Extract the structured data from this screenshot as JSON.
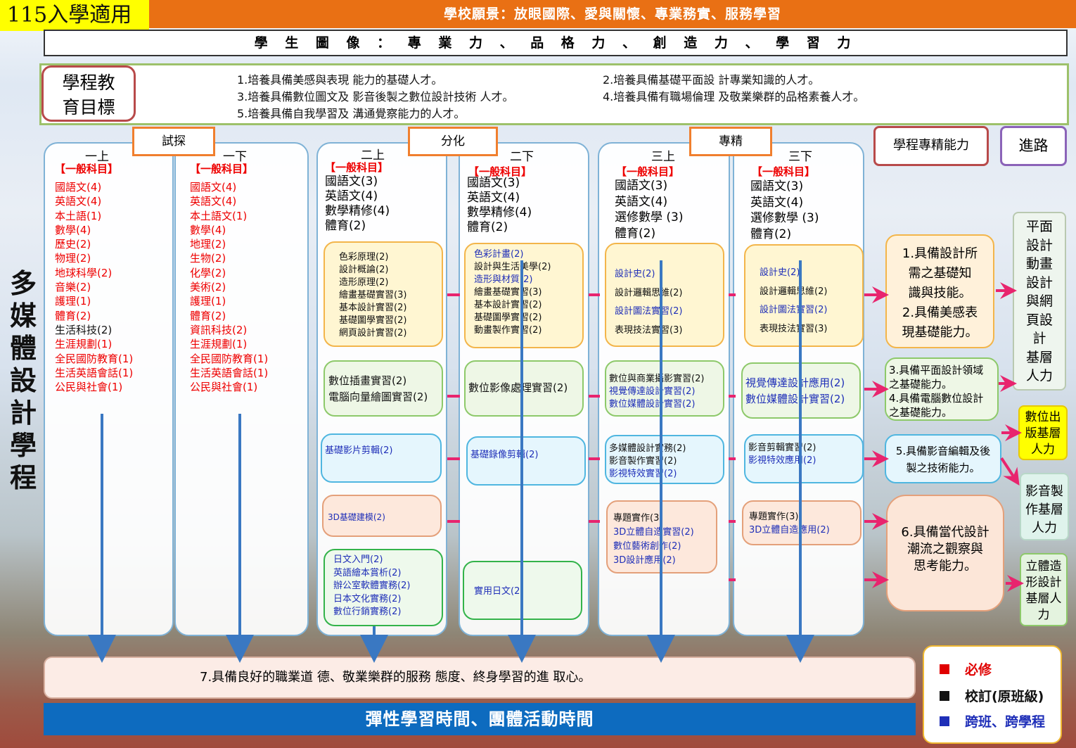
{
  "header": {
    "badge": "115入學適用",
    "vision": "學校願景：放眼國際、愛與關懷、專業務實、服務學習",
    "portrait": "學 生 圖 像 ： 專 業 力 、 品 格 力 、 創 造 力 、 學 習 力"
  },
  "goals": {
    "title_line1": "學程教",
    "title_line2": "育目標",
    "items": [
      "1.培養具備美感與表現 能力的基礎人才。",
      "2.培養具備基礎平面設 計專業知識的人才。",
      "3.培養具備數位圖文及 影音後製之數位設計技術 人才。",
      "4.培養具備有職場倫理 及敬業樂群的品格素養人才。",
      "5.培養具備自我學習及 溝通覺察能力的人才。"
    ]
  },
  "stages": [
    "試探",
    "分化",
    "專精"
  ],
  "program_title": "多媒體設計學程",
  "semesters": [
    {
      "label": "一上",
      "general": "【一般科目】",
      "courses": [
        {
          "t": "國語文(4)",
          "c": "red"
        },
        {
          "t": "英語文(4)",
          "c": "red"
        },
        {
          "t": "本土語(1)",
          "c": "red"
        },
        {
          "t": "數學(4)",
          "c": "red"
        },
        {
          "t": "歷史(2)",
          "c": "red"
        },
        {
          "t": "物理(2)",
          "c": "red"
        },
        {
          "t": "地球科學(2)",
          "c": "red"
        },
        {
          "t": "音樂(2)",
          "c": "red"
        },
        {
          "t": "護理(1)",
          "c": "red"
        },
        {
          "t": "體育(2)",
          "c": "red"
        },
        {
          "t": "生活科技(2)",
          "c": "blk"
        },
        {
          "t": "生涯規劃(1)",
          "c": "red"
        },
        {
          "t": "全民國防教育(1)",
          "c": "red"
        },
        {
          "t": "生活英語會話(1)",
          "c": "red"
        },
        {
          "t": "公民與社會(1)",
          "c": "red"
        }
      ]
    },
    {
      "label": "一下",
      "general": "【一般科目】",
      "courses": [
        {
          "t": "國語文(4)",
          "c": "red"
        },
        {
          "t": "英語文(4)",
          "c": "red"
        },
        {
          "t": "本土語文(1)",
          "c": "red"
        },
        {
          "t": "數學(4)",
          "c": "red"
        },
        {
          "t": "地理(2)",
          "c": "red"
        },
        {
          "t": "生物(2)",
          "c": "red"
        },
        {
          "t": "化學(2)",
          "c": "red"
        },
        {
          "t": "美術(2)",
          "c": "red"
        },
        {
          "t": "護理(1)",
          "c": "red"
        },
        {
          "t": "體育(2)",
          "c": "red"
        },
        {
          "t": "資訊科技(2)",
          "c": "red"
        },
        {
          "t": "生涯規劃(1)",
          "c": "red"
        },
        {
          "t": "全民國防教育(1)",
          "c": "red"
        },
        {
          "t": "生活英語會話(1)",
          "c": "red"
        },
        {
          "t": "公民與社會(1)",
          "c": "red"
        }
      ]
    },
    {
      "label": "二上",
      "general": "【一般科目】",
      "courses": [
        "國語文(3)",
        "英語文(4)",
        "數學精修(4)",
        "體育(2)"
      ]
    },
    {
      "label": "二下",
      "general": "【一般科目】",
      "courses": [
        "國語文(3)",
        "英語文(4)",
        "數學精修(4)",
        "體育(2)"
      ]
    },
    {
      "label": "三上",
      "general": "【一般科目】",
      "courses": [
        "國語文(3)",
        "英語文(4)",
        "選修數學 (3)",
        "體育(2)"
      ]
    },
    {
      "label": "三下",
      "general": "【一般科目】",
      "courses": [
        "國語文(3)",
        "英語文(4)",
        "選修數學 (3)",
        "體育(2)"
      ]
    }
  ],
  "boxes": {
    "s21_yellow": [
      {
        "t": "色彩原理(2)",
        "c": "blk"
      },
      {
        "t": "設計概論(2)",
        "c": "blk"
      },
      {
        "t": "造形原理(2)",
        "c": "blk"
      },
      {
        "t": "繪畫基礎實習(3)",
        "c": "blk"
      },
      {
        "t": "基本設計實習(2)",
        "c": "blk"
      },
      {
        "t": "基礎圖學實習(2)",
        "c": "blk"
      },
      {
        "t": "網頁設計實習(2)",
        "c": "blk"
      }
    ],
    "s21_green": [
      {
        "t": "數位插畫實習(2)",
        "c": "blk"
      },
      {
        "t": "電腦向量繪圖實習(2)",
        "c": "blk"
      }
    ],
    "s21_cyan": [
      {
        "t": "基礎影片剪輯(2)",
        "c": "blu"
      }
    ],
    "s21_peach": [
      {
        "t": "3D基礎建模(2)",
        "c": "blu"
      }
    ],
    "s21_elect": [
      {
        "t": "日文入門(2)",
        "c": "blu"
      },
      {
        "t": "英語繪本賞析(2)",
        "c": "blu"
      },
      {
        "t": "辦公室軟體實務(2)",
        "c": "blu"
      },
      {
        "t": "日本文化實務(2)",
        "c": "blu"
      },
      {
        "t": "數位行銷實務(2)",
        "c": "blu"
      }
    ],
    "s22_yellow": [
      {
        "t": "色彩計畫(2)",
        "c": "blu"
      },
      {
        "t": "設計與生活美學(2)",
        "c": "blk"
      },
      {
        "t": "造形與材質(2)",
        "c": "blu"
      },
      {
        "t": "繪畫基礎實習(3)",
        "c": "blk"
      },
      {
        "t": "基本設計實習(2)",
        "c": "blk"
      },
      {
        "t": "基礎圖學實習(2)",
        "c": "blk"
      },
      {
        "t": "動畫製作實習(2)",
        "c": "blk"
      }
    ],
    "s22_green": [
      {
        "t": "數位影像處理實習(2)",
        "c": "blk"
      }
    ],
    "s22_cyan": [
      {
        "t": "基礎錄像剪輯(2)",
        "c": "blu"
      }
    ],
    "s22_elect": [
      {
        "t": "實用日文(2)",
        "c": "blu"
      }
    ],
    "s31_yellow": [
      {
        "t": "設計史(2)",
        "c": "blu"
      },
      {
        "t": "設計邏輯思維(2)",
        "c": "blk"
      },
      {
        "t": "設計圖法實習(2)",
        "c": "blu"
      },
      {
        "t": "表現技法實習(3)",
        "c": "blk"
      }
    ],
    "s31_green": [
      {
        "t": "數位與商業攝影實習(2)",
        "c": "blk"
      },
      {
        "t": "視覺傳達設計實習(2)",
        "c": "blu"
      },
      {
        "t": "數位媒體設計實習(2)",
        "c": "blu"
      }
    ],
    "s31_cyan": [
      {
        "t": "多媒體設計實務(2)",
        "c": "blk"
      },
      {
        "t": "影音製作實習(2)",
        "c": "blk"
      },
      {
        "t": "影視特效實習(2)",
        "c": "blu"
      }
    ],
    "s31_peach": [
      {
        "t": "專題實作(3)",
        "c": "blk"
      },
      {
        "t": "3D立體自造實習(2)",
        "c": "blu"
      },
      {
        "t": "數位藝術創作(2)",
        "c": "blu"
      },
      {
        "t": "3D設計應用(2)",
        "c": "blu"
      }
    ],
    "s32_yellow": [
      {
        "t": "設計史(2)",
        "c": "blu"
      },
      {
        "t": "設計邏輯思維(2)",
        "c": "blk"
      },
      {
        "t": "設計圖法實習(2)",
        "c": "blu"
      },
      {
        "t": "表現技法實習(3)",
        "c": "blk"
      }
    ],
    "s32_green": [
      {
        "t": "視覺傳達設計應用(2)",
        "c": "blu"
      },
      {
        "t": "數位媒體設計實習(2)",
        "c": "blu"
      }
    ],
    "s32_cyan": [
      {
        "t": "影音剪輯實習(2)",
        "c": "blk"
      },
      {
        "t": "影視特效應用(2)",
        "c": "blu"
      }
    ],
    "s32_peach": [
      {
        "t": "專題實作(3)",
        "c": "blk"
      },
      {
        "t": "3D立體自造應用(2)",
        "c": "blu"
      }
    ]
  },
  "competency_header": "學程專精能力",
  "path_header": "進路",
  "competencies": {
    "c1": [
      "1.具備設計所",
      "需之基礎知",
      "識與技能。",
      "2.具備美感表",
      "現基礎能力。"
    ],
    "c2": [
      "3.具備平面設計領域",
      "之基礎能力。",
      "4.具備電腦數位設計",
      "之基礎能力。"
    ],
    "c3": [
      "5.具備影音編輯及後",
      "製之技術能力。"
    ],
    "c4": [
      "6.具備當代設計",
      "潮流之觀察與",
      "思考能力。"
    ]
  },
  "paths": {
    "p1": [
      "平面",
      "設計",
      "動畫",
      "設計",
      "與網",
      "頁設",
      "計",
      "基層",
      "人力"
    ],
    "p2": [
      "數位出",
      "版基層",
      "人力"
    ],
    "p3": [
      "影音製",
      "作基層",
      "人力"
    ],
    "p4": [
      "立體造",
      "形設計",
      "基層人",
      "力"
    ]
  },
  "bottom_competency": "7.具備良好的職業道 德、敬業樂群的服務 態度、終身學習的進 取心。",
  "flex_time": "彈性學習時間、團體活動時間",
  "legend": [
    {
      "label": "必修",
      "color": "#e00000"
    },
    {
      "label": "校訂(原班級)",
      "color": "#111111"
    },
    {
      "label": "跨班、跨學程",
      "color": "#1f2fb8"
    }
  ],
  "colors": {
    "vision_bg": "#e97014",
    "badge_bg": "#ffff00",
    "flex_bg": "#0d6bbf",
    "arrow_blue": "#3a78c2",
    "arrow_pink": "#e8246e",
    "required": "#e00000",
    "elective": "#1f2fb8"
  }
}
